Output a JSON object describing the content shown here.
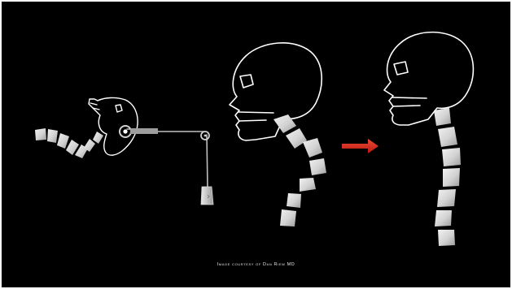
{
  "slide": {
    "credit_text": "Image courtesy of Dan Riew MD",
    "background_color": "#000000",
    "outline_color": "#ffffff",
    "vertebra_color": "#dcdcdc",
    "arrow_color": "#d8251a"
  },
  "panels": [
    {
      "name": "traction-setup",
      "icon": "skull-traction-pulley-weight"
    },
    {
      "name": "kyphotic-neck",
      "icon": "skull-kyphotic-spine"
    },
    {
      "name": "correction-arrow",
      "icon": "red-right-arrow"
    },
    {
      "name": "corrected-neck",
      "icon": "skull-corrected-spine"
    }
  ]
}
